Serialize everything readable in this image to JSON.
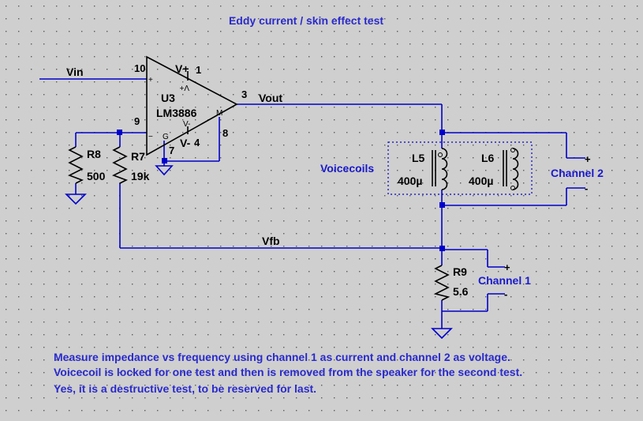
{
  "title": "Eddy current / skin effect test",
  "nets": {
    "vin": "Vin",
    "vout": "Vout",
    "vfb": "Vfb"
  },
  "opamp": {
    "ref": "U3",
    "part": "LM3886",
    "pins": {
      "in_plus": "10",
      "in_minus": "9",
      "out": "3",
      "vplus": "1",
      "vminus": "4",
      "gnd": "7",
      "mute": "8"
    },
    "labels": {
      "vplus": "V+",
      "vminus": "V-",
      "plus_sign": "+",
      "minus_sign": "−",
      "vplus_small": "V+",
      "vminus_small": "V-",
      "gnd_small": "G",
      "mute_small": "M"
    }
  },
  "resistors": [
    {
      "ref": "R8",
      "value": "500"
    },
    {
      "ref": "R7",
      "value": "19k"
    },
    {
      "ref": "R9",
      "value": "5.6"
    }
  ],
  "inductors": [
    {
      "ref": "L5",
      "value": "400µ"
    },
    {
      "ref": "L6",
      "value": "400µ"
    }
  ],
  "group_label": "Voicecoils",
  "channels": [
    {
      "name": "Channel 2",
      "plus": "+",
      "minus": "-"
    },
    {
      "name": "Channel 1",
      "plus": "+",
      "minus": "-"
    }
  ],
  "notes": [
    "Measure impedance vs frequency using channel 1 as current and channel 2 as voltage.",
    "Voicecoil is locked for one test and then is removed from the speaker for the second test.",
    "Yes, it is a destructive test, to be reserved for last."
  ]
}
